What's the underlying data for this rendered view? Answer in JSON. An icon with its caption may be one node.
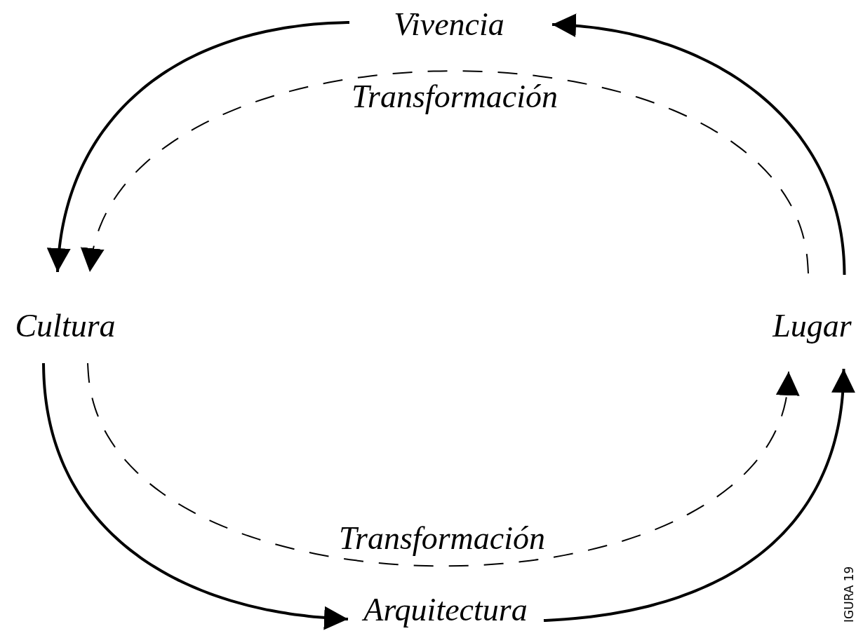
{
  "diagram": {
    "nodes": [
      {
        "text": [
          "Vivencia"
        ]
      },
      {
        "text": [
          "Cultura"
        ]
      },
      {
        "text": [
          "Lugar"
        ]
      },
      {
        "text": [
          "Arquitectura"
        ]
      }
    ],
    "edges": [
      {
        "from": 2,
        "to": 0,
        "arrow": "to"
      },
      {
        "from": 0,
        "to": 1,
        "arrow": "to"
      },
      {
        "from": 1,
        "to": 3,
        "arrow": "to"
      },
      {
        "from": 3,
        "to": 2,
        "arrow": "to"
      },
      {
        "from": 2,
        "to": 1,
        "arrow": "to",
        "style": "dashed",
        "label": "Transformación"
      },
      {
        "from": 1,
        "to": 2,
        "arrow": "to",
        "style": "dashed",
        "label": "Transformación"
      }
    ],
    "labels": [
      "IGURA 19"
    ]
  }
}
